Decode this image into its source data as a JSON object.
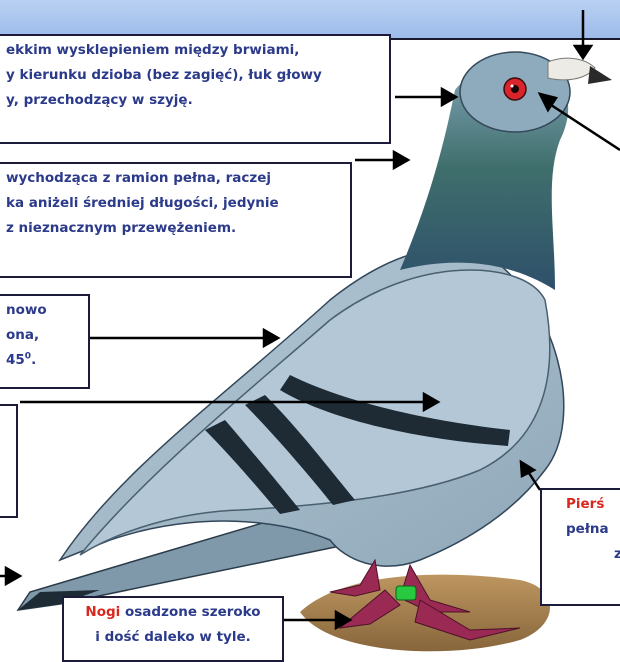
{
  "labels": {
    "head": {
      "lines": [
        "ekkim wysklepieniem między brwiami,",
        "y kierunku dzioba (bez zagięć), łuk głowy",
        "y, przechodzący w szyję."
      ]
    },
    "neck": {
      "lines": [
        " wychodząca z ramion pełna, raczej",
        "ka aniżeli średniej długości, jedynie",
        "z nieznacznym przewężeniem."
      ]
    },
    "back": {
      "lines": [
        "nowo",
        "ona,",
        "45"
      ],
      "superscript": "0",
      "trailing": "."
    },
    "wing": {
      "lines": [
        ""
      ]
    },
    "chest": {
      "title": "Pierś",
      "lines": [
        "pełna",
        "z"
      ]
    },
    "legs": {
      "title": "Nogi",
      "title_rest": " osadzone szeroko",
      "line2": "i dość daleko w tyle."
    }
  },
  "colors": {
    "label_text": "#2b3a8a",
    "highlight": "#d9271e",
    "top_bar": "#a8c4ee",
    "bird_body": "#a9bfcd",
    "bird_neck": "#3b6d7a",
    "wing_bars": "#1e2a34",
    "leg_ring": "#27c93f"
  }
}
